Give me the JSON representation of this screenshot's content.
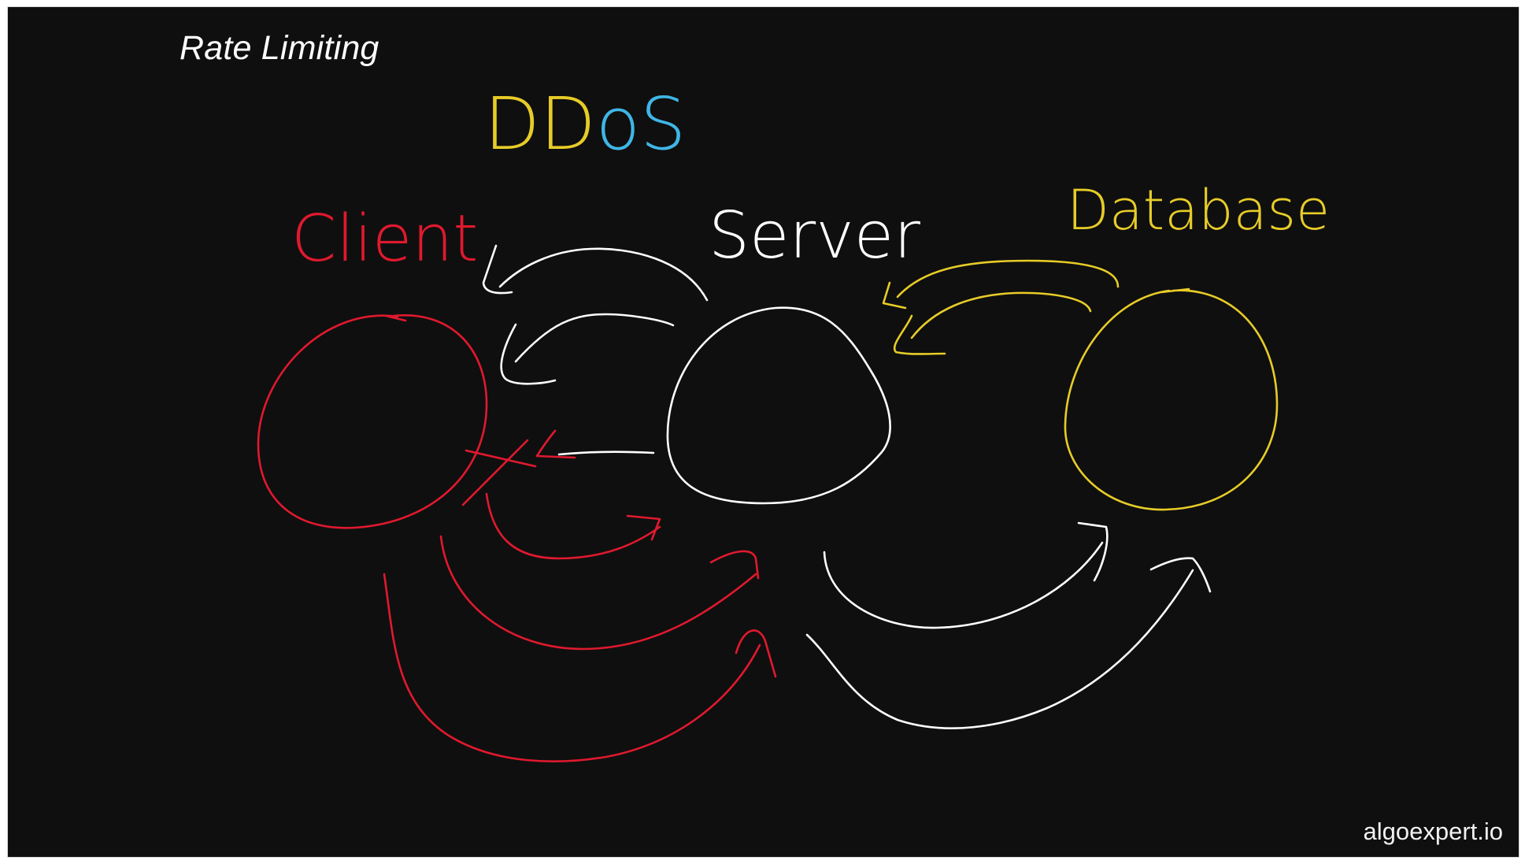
{
  "slide": {
    "title": "Rate Limiting",
    "watermark": "algoexpert.io"
  },
  "diagram": {
    "annotation_parts": [
      {
        "text": "DD",
        "color": "#e7cc28"
      },
      {
        "text": "oS",
        "color": "#3fb6e6"
      }
    ],
    "nodes": [
      {
        "id": "client",
        "label": "Client",
        "color": "#e0192e"
      },
      {
        "id": "server",
        "label": "Server",
        "color": "#ffffff"
      },
      {
        "id": "database",
        "label": "Database",
        "color": "#e7cc28"
      }
    ],
    "colors": {
      "background": "#0f0f0f",
      "red": "#e0192e",
      "white": "#ffffff",
      "yellow": "#e7cc28",
      "blue": "#3fb6e6"
    }
  }
}
